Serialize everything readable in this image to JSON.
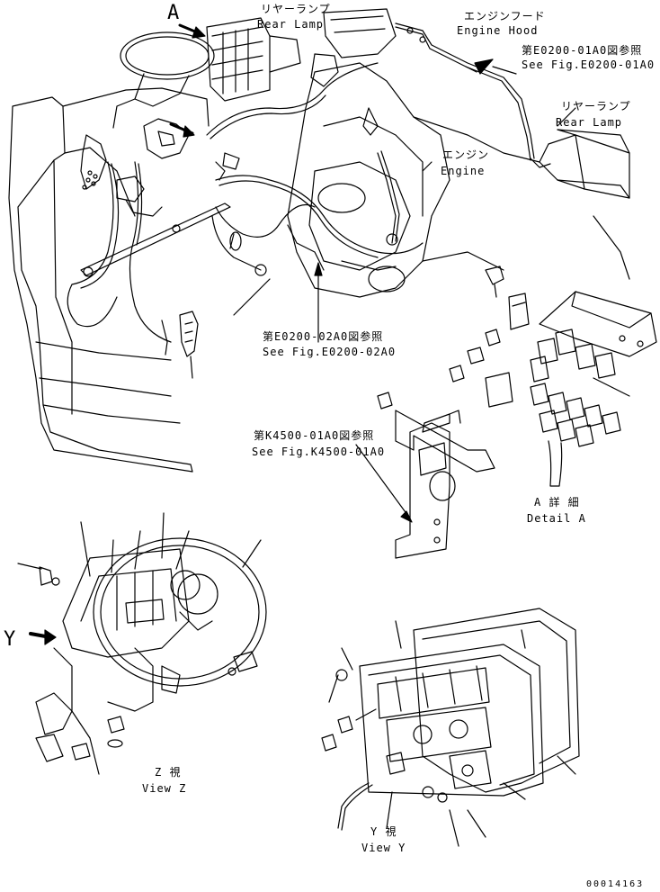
{
  "colors": {
    "ink": "#000000",
    "paper": "#ffffff"
  },
  "labels": {
    "view_a_letter": "A",
    "view_y_letter": "Y",
    "rear_lamp_top_jp": "リヤーランプ",
    "rear_lamp_top_en": "Rear Lamp",
    "engine_hood_jp": "エンジンフード",
    "engine_hood_en": "Engine Hood",
    "ref_e0200_01a0_jp": "第E0200-01A0図参照",
    "ref_e0200_01a0_en": "See Fig.E0200-01A0",
    "rear_lamp_right_jp": "リヤーランプ",
    "rear_lamp_right_en": "Rear Lamp",
    "engine_jp": "エンジン",
    "engine_en": "Engine",
    "ref_e0200_02a0_jp": "第E0200-02A0図参照",
    "ref_e0200_02a0_en": "See Fig.E0200-02A0",
    "ref_k4500_01a0_jp": "第K4500-01A0図参照",
    "ref_k4500_01a0_en": "See Fig.K4500-01A0",
    "detail_a_jp": "A 詳 細",
    "detail_a_en": "Detail A",
    "view_z_jp": "Z 視",
    "view_z_en": "View Z",
    "view_y_jp": "Y 視",
    "view_y_en": "View Y",
    "drawing_number": "00014163"
  }
}
